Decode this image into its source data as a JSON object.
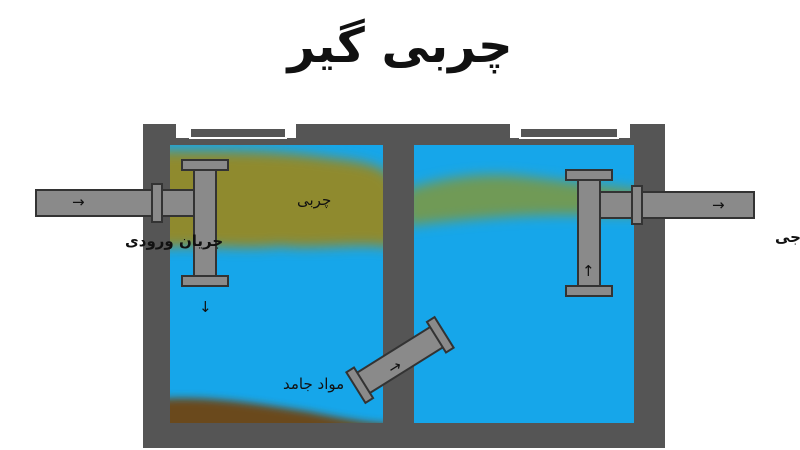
{
  "title": "چربی گیر",
  "labels": {
    "inlet": "جریان ورودی",
    "outlet": "جریان خروجی",
    "grease": "چربی",
    "solids": "مواد جامد"
  },
  "colors": {
    "wall": "#555555",
    "water": "#16a6ea",
    "grease": "#8f8a2e",
    "grease_right": "#6f9a56",
    "sludge": "#6b4a1a",
    "pipe": "#8a8a8a",
    "pipe_outline": "#333333"
  },
  "icons": {
    "flow_arrow": "arrow-right-icon"
  }
}
